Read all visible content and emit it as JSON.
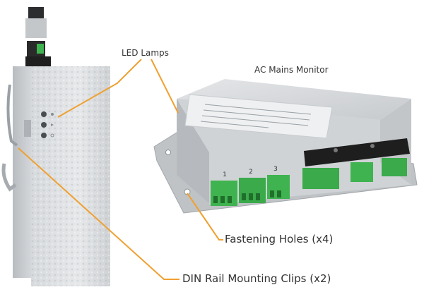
{
  "labels": {
    "led_lamps": "LED Lamps",
    "device_title": "AC Mains Monitor",
    "fastening_holes": "Fastening Holes (x4)",
    "din_clips": "DIN Rail Mounting Clips (x2)"
  },
  "terminal_numbers": [
    "1",
    "2",
    "3"
  ],
  "colors": {
    "callout_line": "#f0a030",
    "housing": "#c9ccd0",
    "terminal_green": "#3fb34f",
    "cover_black": "#1e1e1e"
  }
}
